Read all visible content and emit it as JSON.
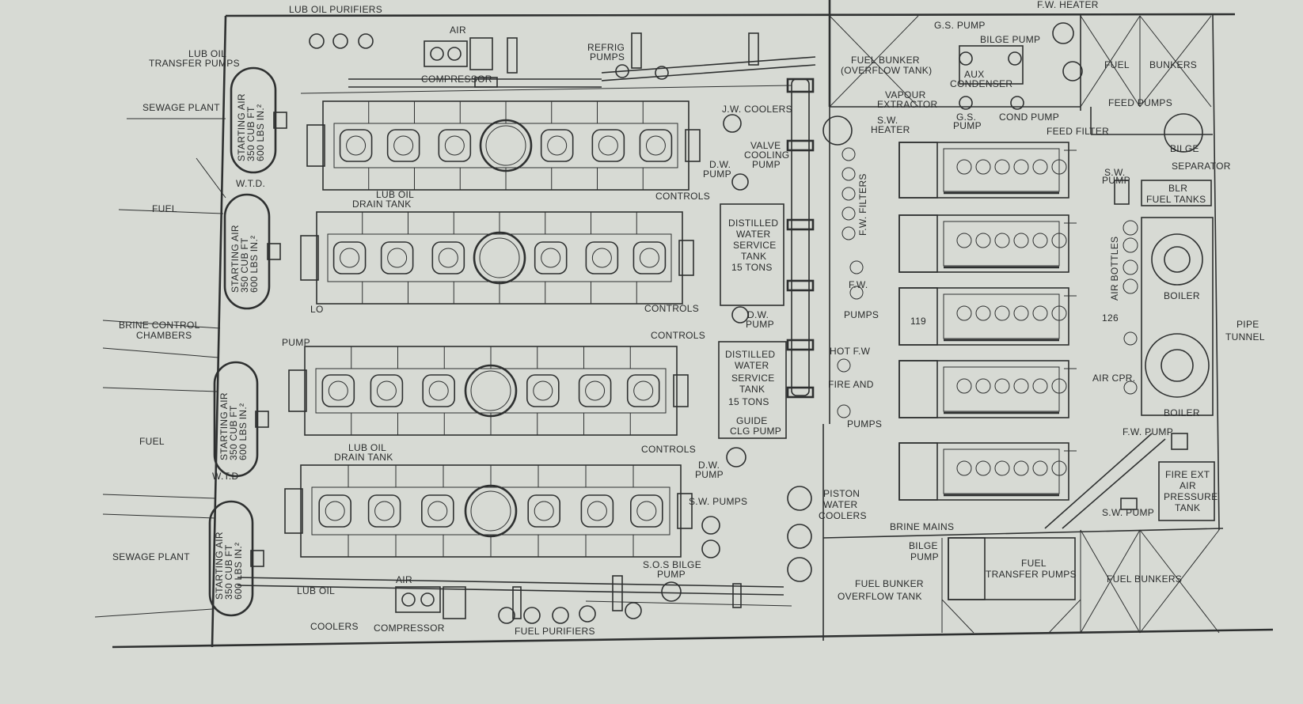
{
  "colors": {
    "paper": "#d7dad4",
    "ink": "#2e3030"
  },
  "labels": {
    "lub_oil_purifiers": "LUB OIL PURIFIERS",
    "lub_oil_transfer_pumps_1": "LUB OIL",
    "lub_oil_transfer_pumps_2": "TRANSFER PUMPS",
    "sewage_plant_top": "SEWAGE PLANT",
    "fuel_left_top": "FUEL",
    "brine_control_1": "BRINE CONTROL",
    "brine_control_2": "CHAMBERS",
    "fuel_left_bottom": "FUEL",
    "sewage_plant_bottom": "SEWAGE PLANT",
    "air_top": "AIR",
    "compressor_top": "COMPRESSOR",
    "refrig_pumps_1": "REFRIG",
    "refrig_pumps_2": "PUMPS",
    "wtd_top": "W.T.D.",
    "wtd_bottom": "W.T.D",
    "lub_oil_drain_tank_top_1": "LUB OIL",
    "lub_oil_drain_tank_top_2": "DRAIN TANK",
    "lub_oil_drain_tank_bottom_1": "LUB OIL",
    "lub_oil_drain_tank_bottom_2": "DRAIN TANK",
    "lo_pump_1": "LO",
    "lo_pump_2": "PUMP",
    "controls_1": "CONTROLS",
    "controls_2": "CONTROLS",
    "controls_3": "CONTROLS",
    "controls_4": "CONTROLS",
    "jw_coolers": "J.W. COOLERS",
    "valve_cooling_pump_1": "VALVE",
    "valve_cooling_pump_2": "COOLING",
    "valve_cooling_pump_3": "PUMP",
    "dw_pump_top_1": "D.W.",
    "dw_pump_top_2": "PUMP",
    "dw_pump_mid_1": "D.W.",
    "dw_pump_mid_2": "PUMP",
    "dw_pump_bottom_1": "D.W.",
    "dw_pump_bottom_2": "PUMP",
    "dist_tank_top_1": "DISTILLED",
    "dist_tank_top_2": "WATER",
    "dist_tank_top_3": "SERVICE",
    "dist_tank_top_4": "TANK",
    "dist_tank_top_5": "15 TONS",
    "dist_tank_bottom_1": "DISTILLED",
    "dist_tank_bottom_2": "WATER",
    "dist_tank_bottom_3": "SERVICE",
    "dist_tank_bottom_4": "TANK",
    "dist_tank_bottom_5": "15 TONS",
    "guide_clg_pump_1": "GUIDE",
    "guide_clg_pump_2": "CLG PUMP",
    "sw_pumps_left": "S.W. PUMPS",
    "sos_bilge_pump_1": "S.O.S BILGE",
    "sos_bilge_pump_2": "PUMP",
    "lub_oil_coolers_1": "LUB OIL",
    "lub_oil_coolers_2": "COOLERS",
    "air_bottom": "AIR",
    "compressor_bottom": "COMPRESSOR",
    "fuel_purifiers": "FUEL PURIFIERS",
    "piston_water_coolers_1": "PISTON",
    "piston_water_coolers_2": "WATER",
    "piston_water_coolers_3": "COOLERS",
    "fw_heater": "F.W. HEATER",
    "gs_pump_top": "G.S. PUMP",
    "bilge_pump_top": "BILGE PUMP",
    "fuel_bunker_overflow_top_1": "FUEL BUNKER",
    "fuel_bunker_overflow_top_2": "(OVERFLOW TANK)",
    "aux_condenser_1": "AUX",
    "aux_condenser_2": "CONDENSER",
    "vapour_extractor_1": "VAPOUR",
    "vapour_extractor_2": "EXTRACTOR",
    "gs_pump_small_1": "G.S.",
    "gs_pump_small_2": "PUMP",
    "cond_pump": "COND PUMP",
    "sw_heater_1": "S.W.",
    "sw_heater_2": "HEATER",
    "fuel_top_right": "FUEL",
    "bunkers_top_right": "BUNKERS",
    "feed_pumps": "FEED PUMPS",
    "feed_filter": "FEED FILTER",
    "bilge_separator_1": "BILGE",
    "bilge_separator_2": "SEPARATOR",
    "sw_pump_right_1": "S.W.",
    "sw_pump_right_2": "PUMP",
    "blr_fuel_tanks_1": "BLR",
    "blr_fuel_tanks_2": "FUEL TANKS",
    "fw_filters": "F.W. FILTERS",
    "fw_pumps_1": "F.W.",
    "fw_pumps_2": "PUMPS",
    "hot_fw": "HOT F.W",
    "fire_and": "FIRE AND",
    "pumps_fire": "PUMPS",
    "air_bottles": "AIR BOTTLES",
    "boiler_top": "BOILER",
    "boiler_bottom": "BOILER",
    "air_cpr": "AIR CPR.",
    "pipe_tunnel_1": "PIPE",
    "pipe_tunnel_2": "TUNNEL",
    "fw_pump": "F.W. PUMP",
    "fire_ext_1": "FIRE EXT",
    "fire_ext_2": "AIR",
    "fire_ext_3": "PRESSURE",
    "fire_ext_4": "TANK",
    "sw_pump_bottom_right": "S.W. PUMP",
    "brine_mains": "BRINE MAINS",
    "bilge_pump_bottom_1": "BILGE",
    "bilge_pump_bottom_2": "PUMP",
    "fuel_transfer_pumps_1": "FUEL",
    "fuel_transfer_pumps_2": "TRANSFER PUMPS",
    "fuel_bunker_overflow_bottom_1": "FUEL BUNKER",
    "fuel_bunker_overflow_bottom_2": "OVERFLOW TANK",
    "fuel_bunkers_bottom": "FUEL BUNKERS",
    "frame_119": "119",
    "frame_126": "126"
  },
  "air_tanks": {
    "line1": "STARTING AIR",
    "line2": "350 CUB FT",
    "line3": "600 LBS IN.²"
  }
}
